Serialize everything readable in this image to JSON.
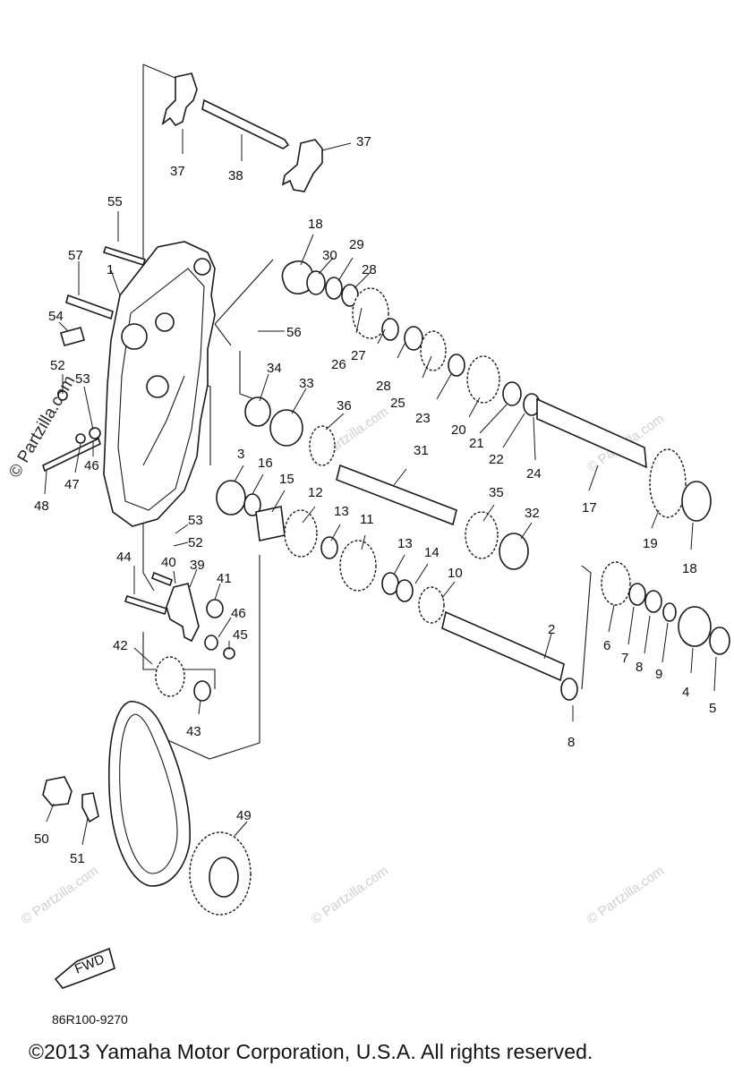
{
  "diagram_code": "86R100-9270",
  "copyright": "©2013 Yamaha Motor Corporation, U.S.A. All rights reserved.",
  "watermark": "© Partzilla.com",
  "fwd_label": "FWD",
  "callouts": [
    "1",
    "2",
    "3",
    "4",
    "5",
    "6",
    "7",
    "8",
    "8",
    "9",
    "10",
    "11",
    "12",
    "13",
    "13",
    "14",
    "15",
    "16",
    "17",
    "18",
    "18",
    "19",
    "20",
    "21",
    "22",
    "23",
    "24",
    "25",
    "26",
    "27",
    "28",
    "28",
    "29",
    "30",
    "31",
    "32",
    "33",
    "34",
    "35",
    "36",
    "37",
    "37",
    "38",
    "39",
    "40",
    "41",
    "42",
    "43",
    "44",
    "45",
    "46",
    "46",
    "47",
    "48",
    "49",
    "50",
    "51",
    "52",
    "52",
    "53",
    "53",
    "54",
    "55",
    "56",
    "57"
  ]
}
